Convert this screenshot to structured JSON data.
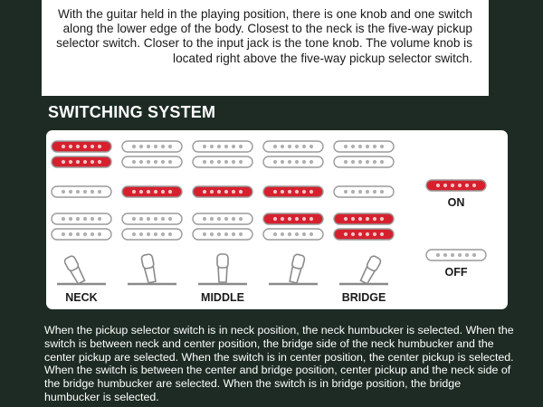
{
  "intro": {
    "text": "With the guitar held in the playing position, there is one knob and one switch along the lower edge of the body. Closest to the neck is the five-way pickup selector switch. Closer to the input jack is the tone knob. The volume knob is located right above the five-way pickup selector switch."
  },
  "section_title": "SWITCHING SYSTEM",
  "diagram": {
    "colors": {
      "on": "#d6202e",
      "off": "#ffffff",
      "outline": "#9a9a9a",
      "pole": "#b0b0b0",
      "switch": "#8a8a8a"
    },
    "positions": [
      {
        "label": "NECK",
        "lever": "left-full",
        "top_humbucker": "on",
        "single_coil": "off",
        "bottom_humbucker": "off"
      },
      {
        "label": "",
        "lever": "left-half",
        "top_humbucker": "off",
        "single_coil": "on",
        "bottom_humbucker": "off"
      },
      {
        "label": "MIDDLE",
        "lever": "center",
        "top_humbucker": "off",
        "single_coil": "on",
        "bottom_humbucker": "off"
      },
      {
        "label": "",
        "lever": "right-half",
        "top_humbucker": "off",
        "single_coil": "on",
        "bottom_humbucker": "top-on"
      },
      {
        "label": "BRIDGE",
        "lever": "right-full",
        "top_humbucker": "off",
        "single_coil": "off",
        "bottom_humbucker": "on"
      }
    ],
    "legend": {
      "on_label": "ON",
      "off_label": "OFF"
    }
  },
  "description": {
    "text": "When the pickup selector switch is in neck position, the neck humbucker is selected. When the switch is between neck and center position, the bridge side of the neck humbucker and the center pickup are selected. When the switch is in center position, the center pickup is selected. When the switch is between the center and bridge position, center pickup and the neck side of the bridge humbucker are selected. When the switch is in bridge position, the bridge humbucker is selected."
  }
}
